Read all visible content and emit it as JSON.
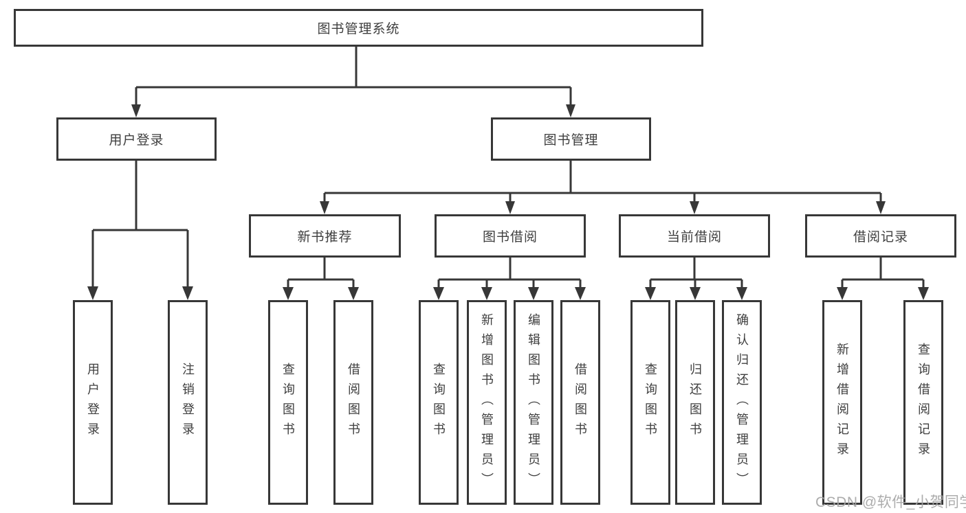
{
  "diagram": {
    "root": {
      "label": "图书管理系统"
    },
    "level2": [
      {
        "label": "用户登录",
        "children": [
          {
            "label": "用户登录"
          },
          {
            "label": "注销登录"
          }
        ]
      },
      {
        "label": "图书管理",
        "children": [
          {
            "label": "新书推荐",
            "children": [
              {
                "label": "查询图书"
              },
              {
                "label": "借阅图书"
              }
            ]
          },
          {
            "label": "图书借阅",
            "children": [
              {
                "label": "查询图书"
              },
              {
                "label": "新增图书（管理员）"
              },
              {
                "label": "编辑图书（管理员）"
              },
              {
                "label": "借阅图书"
              }
            ]
          },
          {
            "label": "当前借阅",
            "children": [
              {
                "label": "查询图书"
              },
              {
                "label": "归还图书"
              },
              {
                "label": "确认归还（管理员）"
              }
            ]
          },
          {
            "label": "借阅记录",
            "children": [
              {
                "label": "新增借阅记录"
              },
              {
                "label": "查询借阅记录"
              }
            ]
          }
        ]
      }
    ],
    "colors": {
      "line": "#373737",
      "text": "#3e3e3e",
      "watermark": "#a5a5a5",
      "background": "#ffffff"
    },
    "watermark": {
      "text": "CSDN @软件_小贺同学"
    }
  }
}
